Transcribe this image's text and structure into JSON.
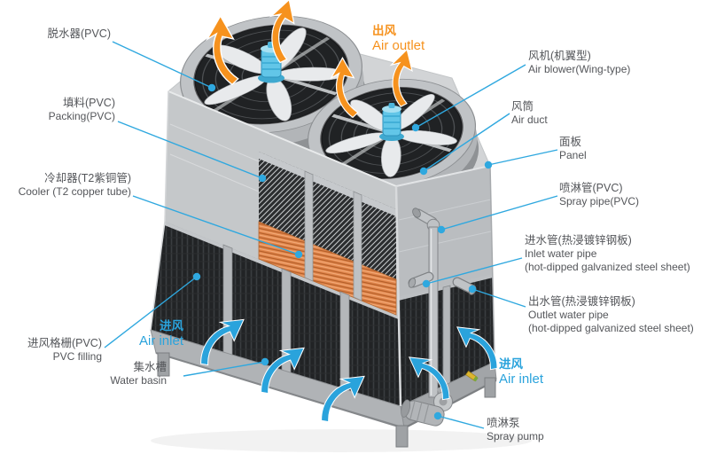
{
  "labels": {
    "dehydrator": {
      "zh": "脱水器(PVC)"
    },
    "packing": {
      "zh": "填料(PVC)",
      "en": "Packing(PVC)"
    },
    "cooler": {
      "zh": "冷却器(T2紫铜管)",
      "en": "Cooler (T2 copper tube)"
    },
    "pvc_filling": {
      "zh": "进风格栅(PVC)",
      "en": "PVC filling"
    },
    "water_basin": {
      "zh": "集水槽",
      "en": "Water basin"
    },
    "air_inlet_left": {
      "zh": "进风",
      "en": "Air inlet"
    },
    "air_outlet": {
      "zh": "出风",
      "en": "Air outlet"
    },
    "air_blower": {
      "zh": "风机(机翼型)",
      "en": "Air blower(Wing-type)"
    },
    "air_duct": {
      "zh": "风筒",
      "en": "Air duct"
    },
    "panel": {
      "zh": "面板",
      "en": "Panel"
    },
    "spray_pipe": {
      "zh": "喷淋管(PVC)",
      "en": "Spray pipe(PVC)"
    },
    "inlet_water_pipe": {
      "zh": "进水管(热浸镀锌钢板)",
      "en": "Inlet water pipe",
      "en2": "(hot-dipped galvanized steel sheet)"
    },
    "outlet_water_pipe": {
      "zh": "出水管(热浸镀锌钢板)",
      "en": "Outlet water pipe",
      "en2": "(hot-dipped galvanized steel sheet)"
    },
    "air_inlet_right": {
      "zh": "进风",
      "en": "Air inlet"
    },
    "spray_pump": {
      "zh": "喷淋泵",
      "en": "Spray pump"
    }
  },
  "colors": {
    "accent_blue": "#2AA3DC",
    "accent_orange": "#F6921E",
    "leader_blue": "#2FA8DF",
    "label_text": "#54565A",
    "body_grey": "#C5C8CA",
    "cooler_copper": "#E2874D",
    "motor_cyan": "#62C6E8"
  }
}
